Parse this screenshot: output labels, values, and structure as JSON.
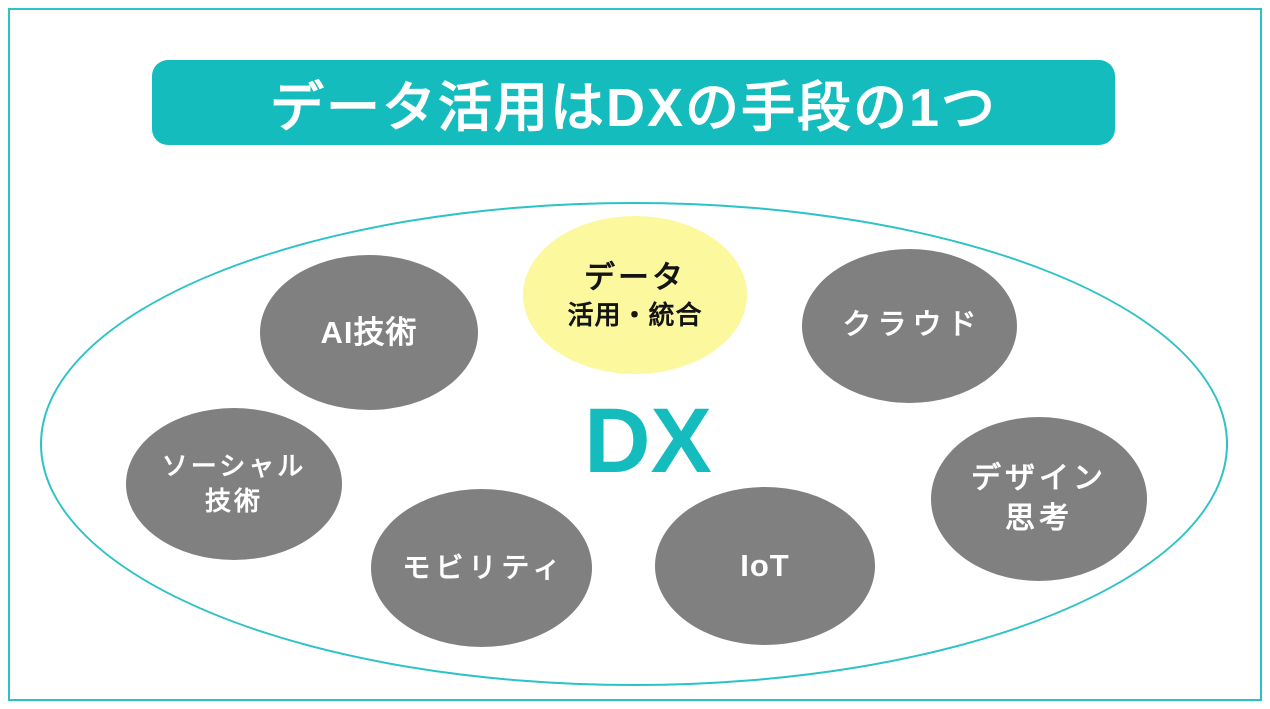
{
  "slide": {
    "title": "データ活用はDXの手段の1つ",
    "center_label": "DX",
    "highlight_node": {
      "lines": [
        "データ",
        "活用・統合"
      ]
    },
    "nodes": {
      "ai": {
        "lines": [
          "AI技術"
        ]
      },
      "cloud": {
        "lines": [
          "クラウド"
        ]
      },
      "social": {
        "lines": [
          "ソーシャル",
          "技術"
        ]
      },
      "design": {
        "lines": [
          "デザイン",
          "思考"
        ]
      },
      "mobility": {
        "lines": [
          "モビリティ"
        ]
      },
      "iot": {
        "lines": [
          "IoT"
        ]
      }
    },
    "colors": {
      "teal_fill": "#15bcbe",
      "teal_line": "#2cc2c6",
      "node_gray": "#808080",
      "highlight_yellow": "#fbf89e",
      "title_text": "#ffffff",
      "node_text": "#ffffff",
      "highlight_text": "#141414"
    }
  }
}
